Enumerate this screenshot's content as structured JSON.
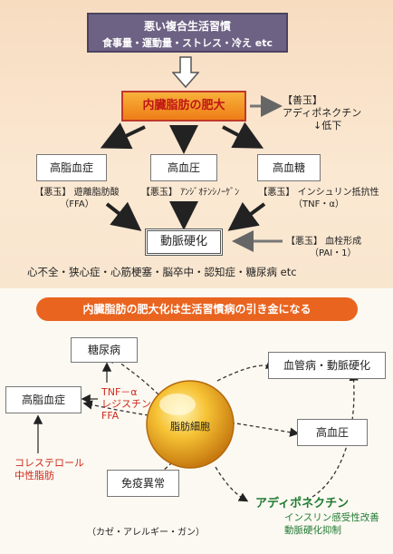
{
  "header": {
    "title": "悪い複合生活習慣",
    "subtitle": "食事量・運動量・ストレス・冷え etc"
  },
  "top": {
    "visceral_fat": "内臓脂肪の肥大",
    "good_side": {
      "label": "【善玉】",
      "name": "アディポネクチン",
      "effect": "↓低下"
    },
    "outcomes": [
      "高脂血症",
      "高血圧",
      "高血糖"
    ],
    "bad_labels": [
      {
        "line1": "【悪玉】 遊離脂肪酸",
        "line2": "（FFA）"
      },
      {
        "line1": "【悪玉】 ｱﾝｼﾞｵﾃﾝｼﾉｰｹﾞﾝ",
        "line2": ""
      },
      {
        "line1": "【悪玉】 インシュリン抵抗性",
        "line2": "（TNF・α）"
      }
    ],
    "arteriosclerosis": "動脈硬化",
    "thrombus": {
      "line1": "【悪玉】 血栓形成",
      "line2": "（PAI・1）"
    },
    "diseases": "心不全・狭心症・心筋梗塞・脳卒中・認知症・糖尿病 etc"
  },
  "banner": "内臓脂肪の肥大化は生活習慣病の引き金になる",
  "bottom": {
    "center": "脂肪細胞",
    "diabetes": "糖尿病",
    "hyperlipidemia": "高脂血症",
    "vascular": "血管病・動脈硬化",
    "hypertension": "高血圧",
    "immune": "免疫異常",
    "immune_note": "（カゼ・アレルギー・ガン）",
    "cytokines": [
      "TNF－α",
      "レジスチン",
      "FFA"
    ],
    "lipids": [
      "コレステロール",
      "中性脂肪"
    ],
    "adiponectin": "アディポネクチン",
    "adiponectin_effects": [
      "インスリン感受性改善",
      "動脈硬化抑制"
    ]
  },
  "colors": {
    "header_bg": "#6d6283",
    "fat_box": "#ee7d17",
    "banner": "#e9641f",
    "red_text": "#d02a1d",
    "green_text": "#1f7a32",
    "fat_cell": "#f2b62c"
  }
}
